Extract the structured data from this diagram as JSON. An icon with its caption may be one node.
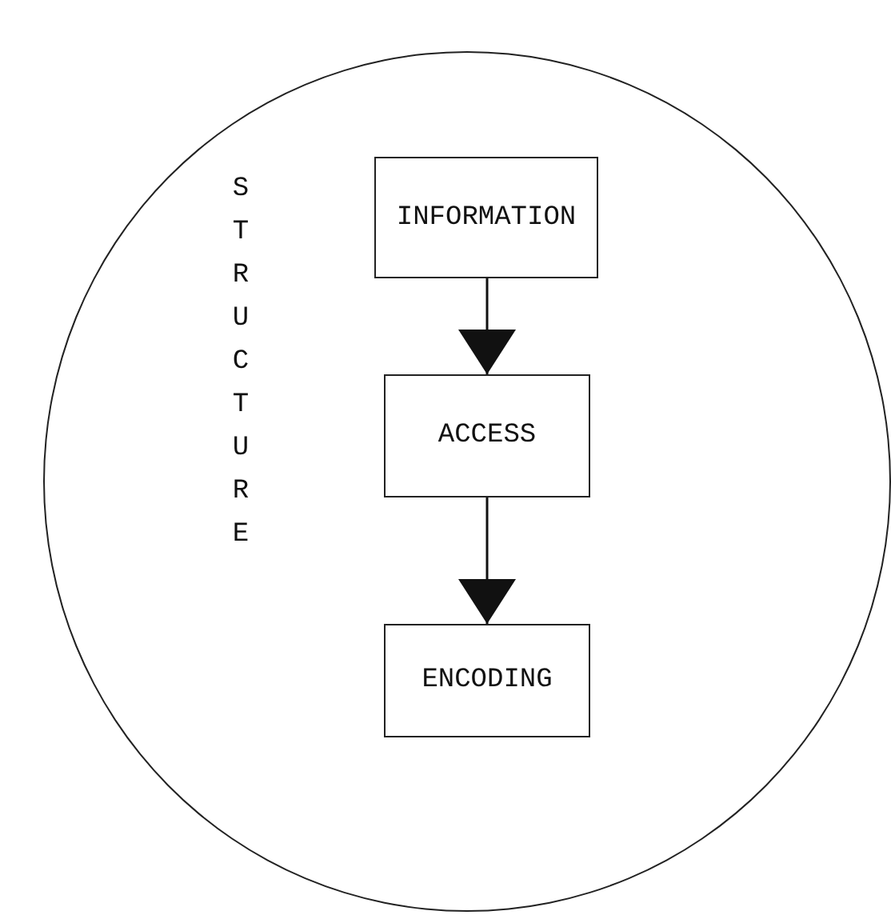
{
  "diagram": {
    "nodes": [
      {
        "text": [
          "STRUCTURE"
        ]
      },
      {
        "text": [
          "INFORMATION"
        ],
        "in": 0
      },
      {
        "text": [
          "ACCESS"
        ],
        "in": 0
      },
      {
        "text": [
          "ENCODING"
        ],
        "in": 0
      }
    ],
    "edges": [
      {
        "from": 1,
        "to": 2,
        "arrow": "to"
      },
      {
        "from": 2,
        "to": 3,
        "arrow": "to"
      }
    ]
  }
}
